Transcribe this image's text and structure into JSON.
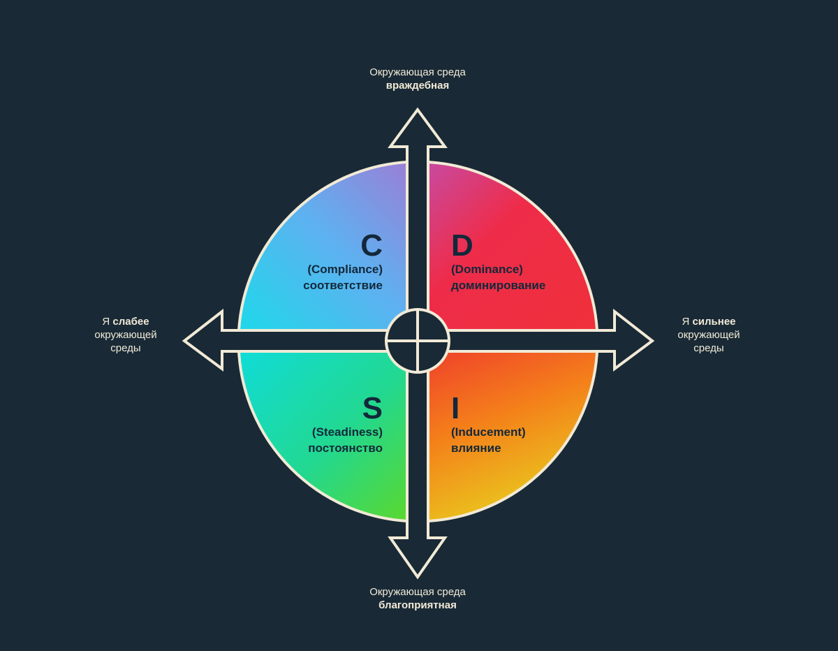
{
  "axes": {
    "top": {
      "line1": "Окружающая среда",
      "line2": "враждебная"
    },
    "bottom": {
      "line1": "Окружающая среда",
      "line2": "благоприятная"
    },
    "left": {
      "prefix": "Я",
      "bold": "слабее",
      "line2": "окружающей",
      "line3": "среды"
    },
    "right": {
      "prefix": "Я",
      "bold": "сильнее",
      "line2": "окружающей",
      "line3": "среды"
    }
  },
  "quadrants": {
    "c": {
      "letter": "C",
      "english": "(Compliance)",
      "russian": "соответствие"
    },
    "d": {
      "letter": "D",
      "english": "(Dominance)",
      "russian": "доминирование"
    },
    "s": {
      "letter": "S",
      "english": "(Steadiness)",
      "russian": "постоянство"
    },
    "i": {
      "letter": "I",
      "english": "(Inducement)",
      "russian": "влияние"
    }
  },
  "colors": {
    "background": "#192936",
    "outline": "#f1ead6",
    "text_dark": "#13283a",
    "c_gradient": [
      "#9a7fd6",
      "#5fb0f0",
      "#1ed8ea"
    ],
    "d_gradient": [
      "#c84aa0",
      "#ee2c4a",
      "#f0303a"
    ],
    "s_gradient": [
      "#10dcd8",
      "#22d890",
      "#5ad82e"
    ],
    "i_gradient": [
      "#f04a28",
      "#f4801a",
      "#e8d21e"
    ]
  }
}
